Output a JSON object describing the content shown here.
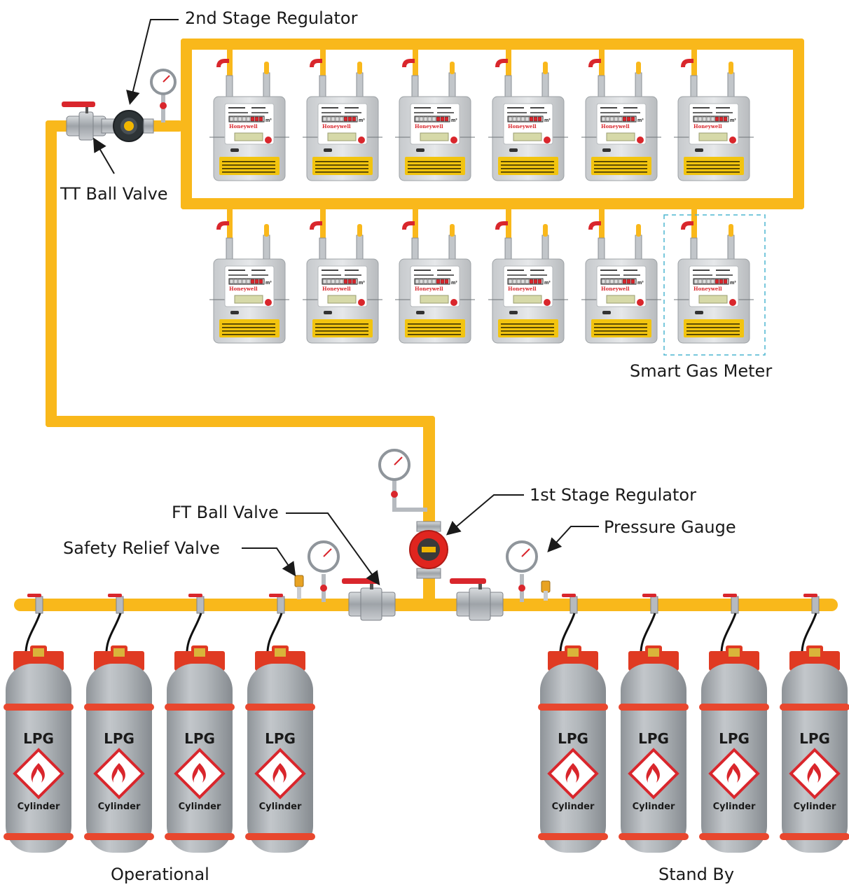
{
  "labels": {
    "second_stage_regulator": "2nd Stage Regulator",
    "tt_ball_valve": "TT Ball Valve",
    "smart_gas_meter": "Smart Gas Meter",
    "first_stage_regulator": "1st Stage Regulator",
    "ft_ball_valve": "FT Ball Valve",
    "pressure_gauge": "Pressure Gauge",
    "safety_relief_valve": "Safety Relief Valve",
    "operational": "Operational",
    "stand_by": "Stand By"
  },
  "meter": {
    "brand": "Honeywell",
    "unit": "m³",
    "top_row_count": 6,
    "bottom_row_count": 6
  },
  "cylinder": {
    "top_text": "LPG",
    "bottom_text": "Cylinder",
    "operational_count": 4,
    "standby_count": 4
  },
  "colors": {
    "pipe": "#f9b81b",
    "pipe_dark": "#e59f0c",
    "cylinder_body": "#a9aeb3",
    "cylinder_band": "#e8472e",
    "valve_red": "#d9262c",
    "regulator_red": "#e0251f",
    "meter_panel": "#f2c40f",
    "highlight_box": "#4db6d0"
  }
}
